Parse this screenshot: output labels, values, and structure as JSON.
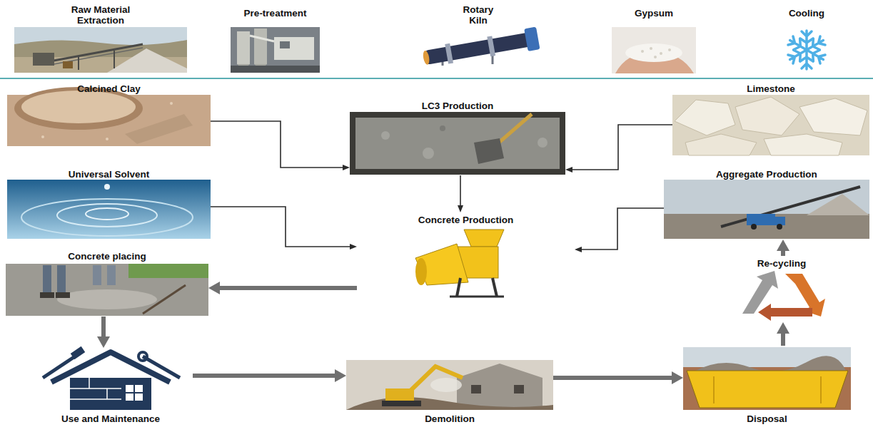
{
  "diagram": {
    "nodes": [
      {
        "text": [
          "Raw Material Extraction"
        ]
      },
      {
        "text": [
          "Pre-treatment"
        ]
      },
      {
        "text": [
          "Rotary Kiln"
        ]
      },
      {
        "text": [
          "Gypsum"
        ]
      },
      {
        "text": [
          "Cooling"
        ]
      },
      {
        "text": [
          "Calcined Clay"
        ]
      },
      {
        "text": [
          "LC3 Production"
        ]
      },
      {
        "text": [
          "Limestone"
        ]
      },
      {
        "text": [
          "Universal Solvent"
        ]
      },
      {
        "text": [
          "Concrete Production"
        ]
      },
      {
        "text": [
          "Aggregate Production"
        ]
      },
      {
        "text": [
          "Concrete placing"
        ]
      },
      {
        "text": [
          "Re-cycling"
        ]
      },
      {
        "text": [
          "Use and Maintenance"
        ]
      },
      {
        "text": [
          "Demolition"
        ]
      },
      {
        "text": [
          "Disposal"
        ]
      }
    ],
    "edges": [
      {
        "from": 5,
        "to": 6,
        "arrow": "to"
      },
      {
        "from": 7,
        "to": 6,
        "arrow": "to"
      },
      {
        "from": 6,
        "to": 9,
        "arrow": "to"
      },
      {
        "from": 8,
        "to": 9,
        "arrow": "to"
      },
      {
        "from": 10,
        "to": 9,
        "arrow": "to"
      },
      {
        "from": 9,
        "to": 11,
        "arrow": "to"
      },
      {
        "from": 11,
        "to": 13,
        "arrow": "to"
      },
      {
        "from": 13,
        "to": 14,
        "arrow": "to"
      },
      {
        "from": 14,
        "to": 15,
        "arrow": "to"
      },
      {
        "from": 15,
        "to": 12,
        "arrow": "to"
      },
      {
        "from": 12,
        "to": 10,
        "arrow": "to"
      }
    ]
  }
}
